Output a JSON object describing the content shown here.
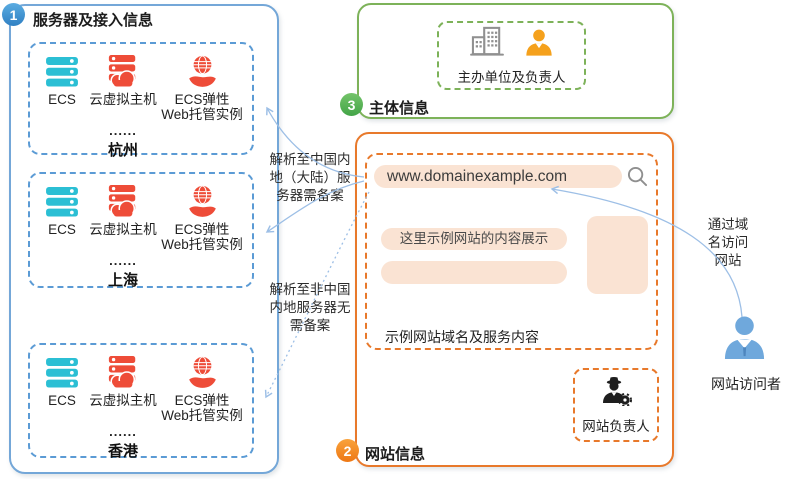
{
  "colors": {
    "server_border": "#74A7D8",
    "server_dashed": "#5B9BD5",
    "badge_blue": "#3D93D6",
    "subject_border": "#7DB259",
    "badge_green": "#55B457",
    "website_border": "#E8792B",
    "badge_orange": "#F08A24",
    "pill_fill": "#FAE3D3",
    "ecs_cyan": "#2BBFD4",
    "icon_red": "#EE4C38",
    "person_orange": "#F5A11C",
    "building_gray": "#909090",
    "visitor_blue": "#6FA8DC",
    "arrow_blue": "#9DBFE6"
  },
  "server_panel": {
    "badge": "1",
    "title": "服务器及接入信息",
    "regions": [
      {
        "items": [
          "ECS",
          "云虚拟主机",
          "ECS弹性Web托管实例"
        ],
        "ellipsis": "......",
        "city": "杭州"
      },
      {
        "items": [
          "ECS",
          "云虚拟主机",
          "ECS弹性Web托管实例"
        ],
        "ellipsis": "......",
        "city": "上海"
      },
      {
        "items": [
          "ECS",
          "云虚拟主机",
          "ECS弹性Web托管实例"
        ],
        "ellipsis": "......",
        "city": "香港"
      }
    ]
  },
  "subject_panel": {
    "badge": "3",
    "title": "主体信息",
    "card_label": "主办单位及负责人"
  },
  "website_panel": {
    "badge": "2",
    "title": "网站信息",
    "domain": "www.domainexample.com",
    "content_placeholder": "这里示例网站的内容展示",
    "caption": "示例网站域名及服务内容",
    "owner_label": "网站负责人"
  },
  "annotations": {
    "mainland": "解析至中国内\n地（大陆）服\n务器需备案",
    "non_mainland": "解析至非中国\n内地服务器无\n需备案",
    "visit": "通过域\n名访问\n网站",
    "visitor_label": "网站访问者"
  }
}
